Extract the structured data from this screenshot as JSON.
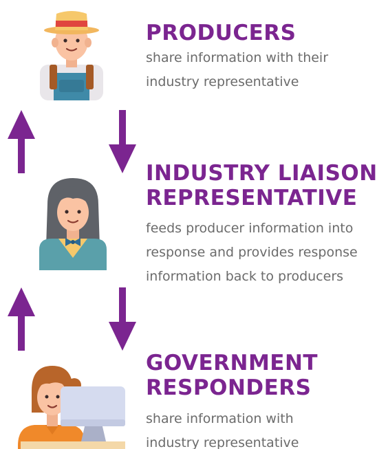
{
  "colors": {
    "accent": "#7b2590",
    "text": "#6b6b6b"
  },
  "steps": [
    {
      "icon": "farmer-icon",
      "title": [
        "PRODUCERS"
      ],
      "description": [
        "share information with their",
        "industry representative"
      ]
    },
    {
      "icon": "liaison-representative-icon",
      "title": [
        "INDUSTRY LIAISON",
        "REPRESENTATIVE"
      ],
      "description": [
        "feeds producer information into",
        "response and provides response",
        "information back to producers"
      ]
    },
    {
      "icon": "government-responder-icon",
      "title": [
        "GOVERNMENT",
        "RESPONDERS"
      ],
      "description": [
        "share information with",
        "industry representative"
      ]
    }
  ],
  "arrows": [
    "arrow-up-icon",
    "arrow-down-icon",
    "arrow-up-icon",
    "arrow-down-icon"
  ]
}
